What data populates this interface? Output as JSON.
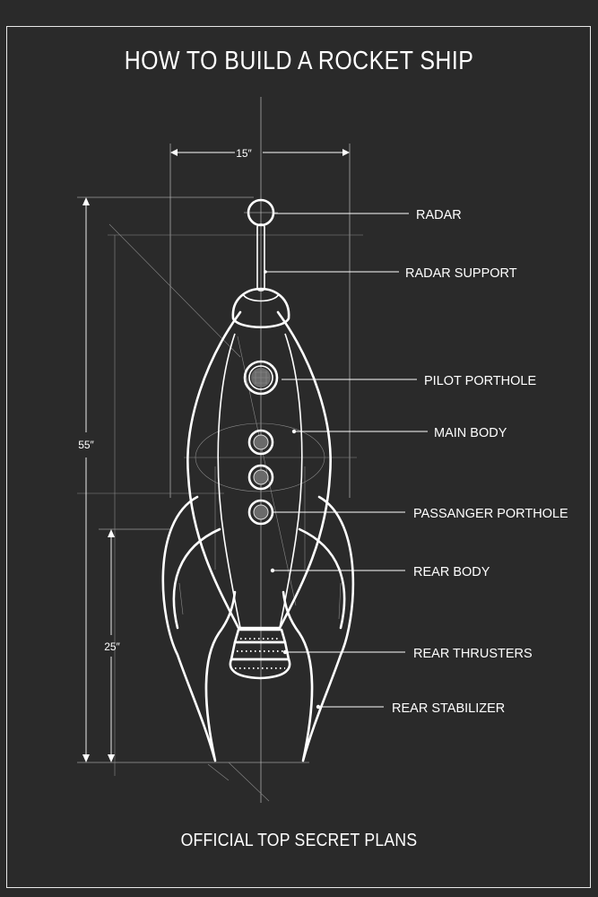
{
  "title": "HOW TO BUILD A ROCKET SHIP",
  "footer": "OFFICIAL TOP SECRET PLANS",
  "dimensions": {
    "width": "15″",
    "total_height": "55″",
    "rear_height": "25″"
  },
  "labels": {
    "radar": "RADAR",
    "radar_support": "RADAR SUPPORT",
    "pilot_porthole": "PILOT PORTHOLE",
    "main_body": "MAIN BODY",
    "passanger_porthole": "PASSANGER PORTHOLE",
    "rear_body": "REAR BODY",
    "rear_thrusters": "REAR THRUSTERS",
    "rear_stabilizer": "REAR STABILIZER"
  },
  "colors": {
    "background": "#2a2a2a",
    "line": "#ffffff"
  }
}
